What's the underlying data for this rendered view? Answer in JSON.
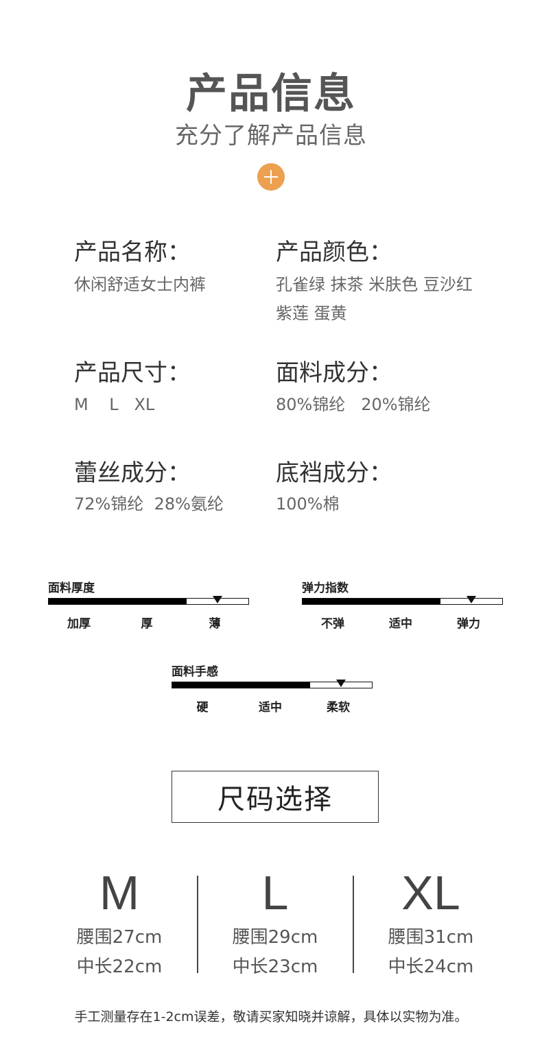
{
  "header": {
    "title": "产品信息",
    "subtitle": "充分了解产品信息",
    "accent_color": "#EDA04F"
  },
  "info": [
    {
      "label": "产品名称：",
      "values": [
        "休闲舒适女士内裤"
      ]
    },
    {
      "label": "产品颜色：",
      "values": [
        "孔雀绿  抹茶  米肤色 豆沙红",
        "紫莲  蛋黄"
      ]
    },
    {
      "label": "产品尺寸：",
      "values": [
        "M    L   XL"
      ]
    },
    {
      "label": "面料成分：",
      "values": [
        "80%锦纶   20%锦纶"
      ]
    },
    {
      "label": "蕾丝成分：",
      "values": [
        "72%锦纶  28%氨纶"
      ]
    },
    {
      "label": "底裆成分：",
      "values": [
        "100%棉"
      ]
    }
  ],
  "scales": [
    {
      "title": "面料厚度",
      "labels": [
        "加厚",
        "厚",
        "薄"
      ],
      "filled_fraction": 0.69,
      "marker_fraction": 0.845
    },
    {
      "title": "弹力指数",
      "labels": [
        "不弹",
        "适中",
        "弹力"
      ],
      "filled_fraction": 0.69,
      "marker_fraction": 0.845
    },
    {
      "title": "面料手感",
      "labels": [
        "硬",
        "适中",
        "柔软"
      ],
      "filled_fraction": 0.69,
      "marker_fraction": 0.845
    }
  ],
  "size_section": {
    "title": "尺码选择",
    "sizes": [
      {
        "letter": "M",
        "waist": "腰围27cm",
        "length": "中长22cm"
      },
      {
        "letter": "L",
        "waist": "腰围29cm",
        "length": "中长23cm"
      },
      {
        "letter": "XL",
        "waist": "腰围31cm",
        "length": "中长24cm"
      }
    ],
    "note": "手工测量存在1-2cm误差，敬请买家知晓并谅解，具体以实物为准。"
  }
}
